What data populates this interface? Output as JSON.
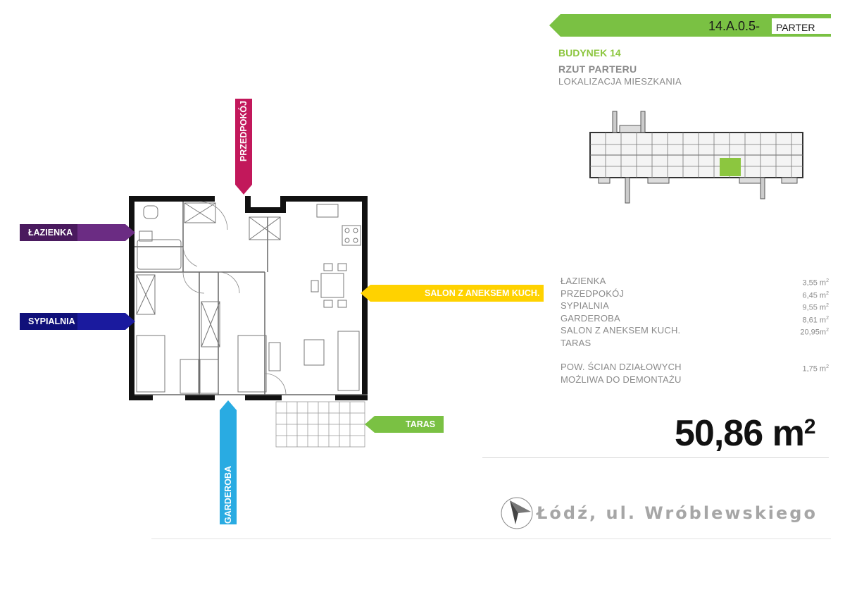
{
  "header": {
    "unit_code": "14.A.0.5-",
    "floor_label": "PARTER",
    "building": "BUDYNEK 14",
    "plan_title": "RZUT PARTERU",
    "location_title": "LOKALIZACJA MIESZKANIA"
  },
  "room_tags": {
    "bathroom": "ŁAZIENKA",
    "hall": "PRZEDPOKÓJ",
    "bedroom": "SYPIALNIA",
    "living": "SALON Z ANEKSEM KUCH.",
    "terrace": "TARAS",
    "wardrobe": "GARDEROBA"
  },
  "areas": [
    {
      "name": "ŁAZIENKA",
      "value": "3,55 m",
      "sup": "2"
    },
    {
      "name": "PRZEDPOKÓJ",
      "value": "6,45 m",
      "sup": "2"
    },
    {
      "name": "SYPIALNIA",
      "value": "9,55 m",
      "sup": "2"
    },
    {
      "name": "GARDEROBA",
      "value": "8,61 m",
      "sup": "2"
    },
    {
      "name": "SALON Z ANEKSEM KUCH.",
      "value": "20,95m",
      "sup": "2"
    },
    {
      "name": "TARAS",
      "value": "",
      "sup": ""
    }
  ],
  "partition": {
    "line1": "POW. ŚCIAN DZIAŁOWYCH",
    "line2": "MOŻLIWA DO DEMONTAŻU",
    "value": "1,75 m",
    "sup": "2"
  },
  "total": {
    "value": "50,86",
    "unit": "m",
    "sup": "2"
  },
  "address": "Łódź, ul. Wróblewskiego",
  "colors": {
    "banner": "#7ac143",
    "bathroom": "#6b2c83",
    "hall": "#c2185b",
    "bedroom": "#1a1a9e",
    "living": "#ffd200",
    "terrace": "#7ac143",
    "wardrobe": "#29abe2",
    "highlight": "#8cc63f"
  }
}
